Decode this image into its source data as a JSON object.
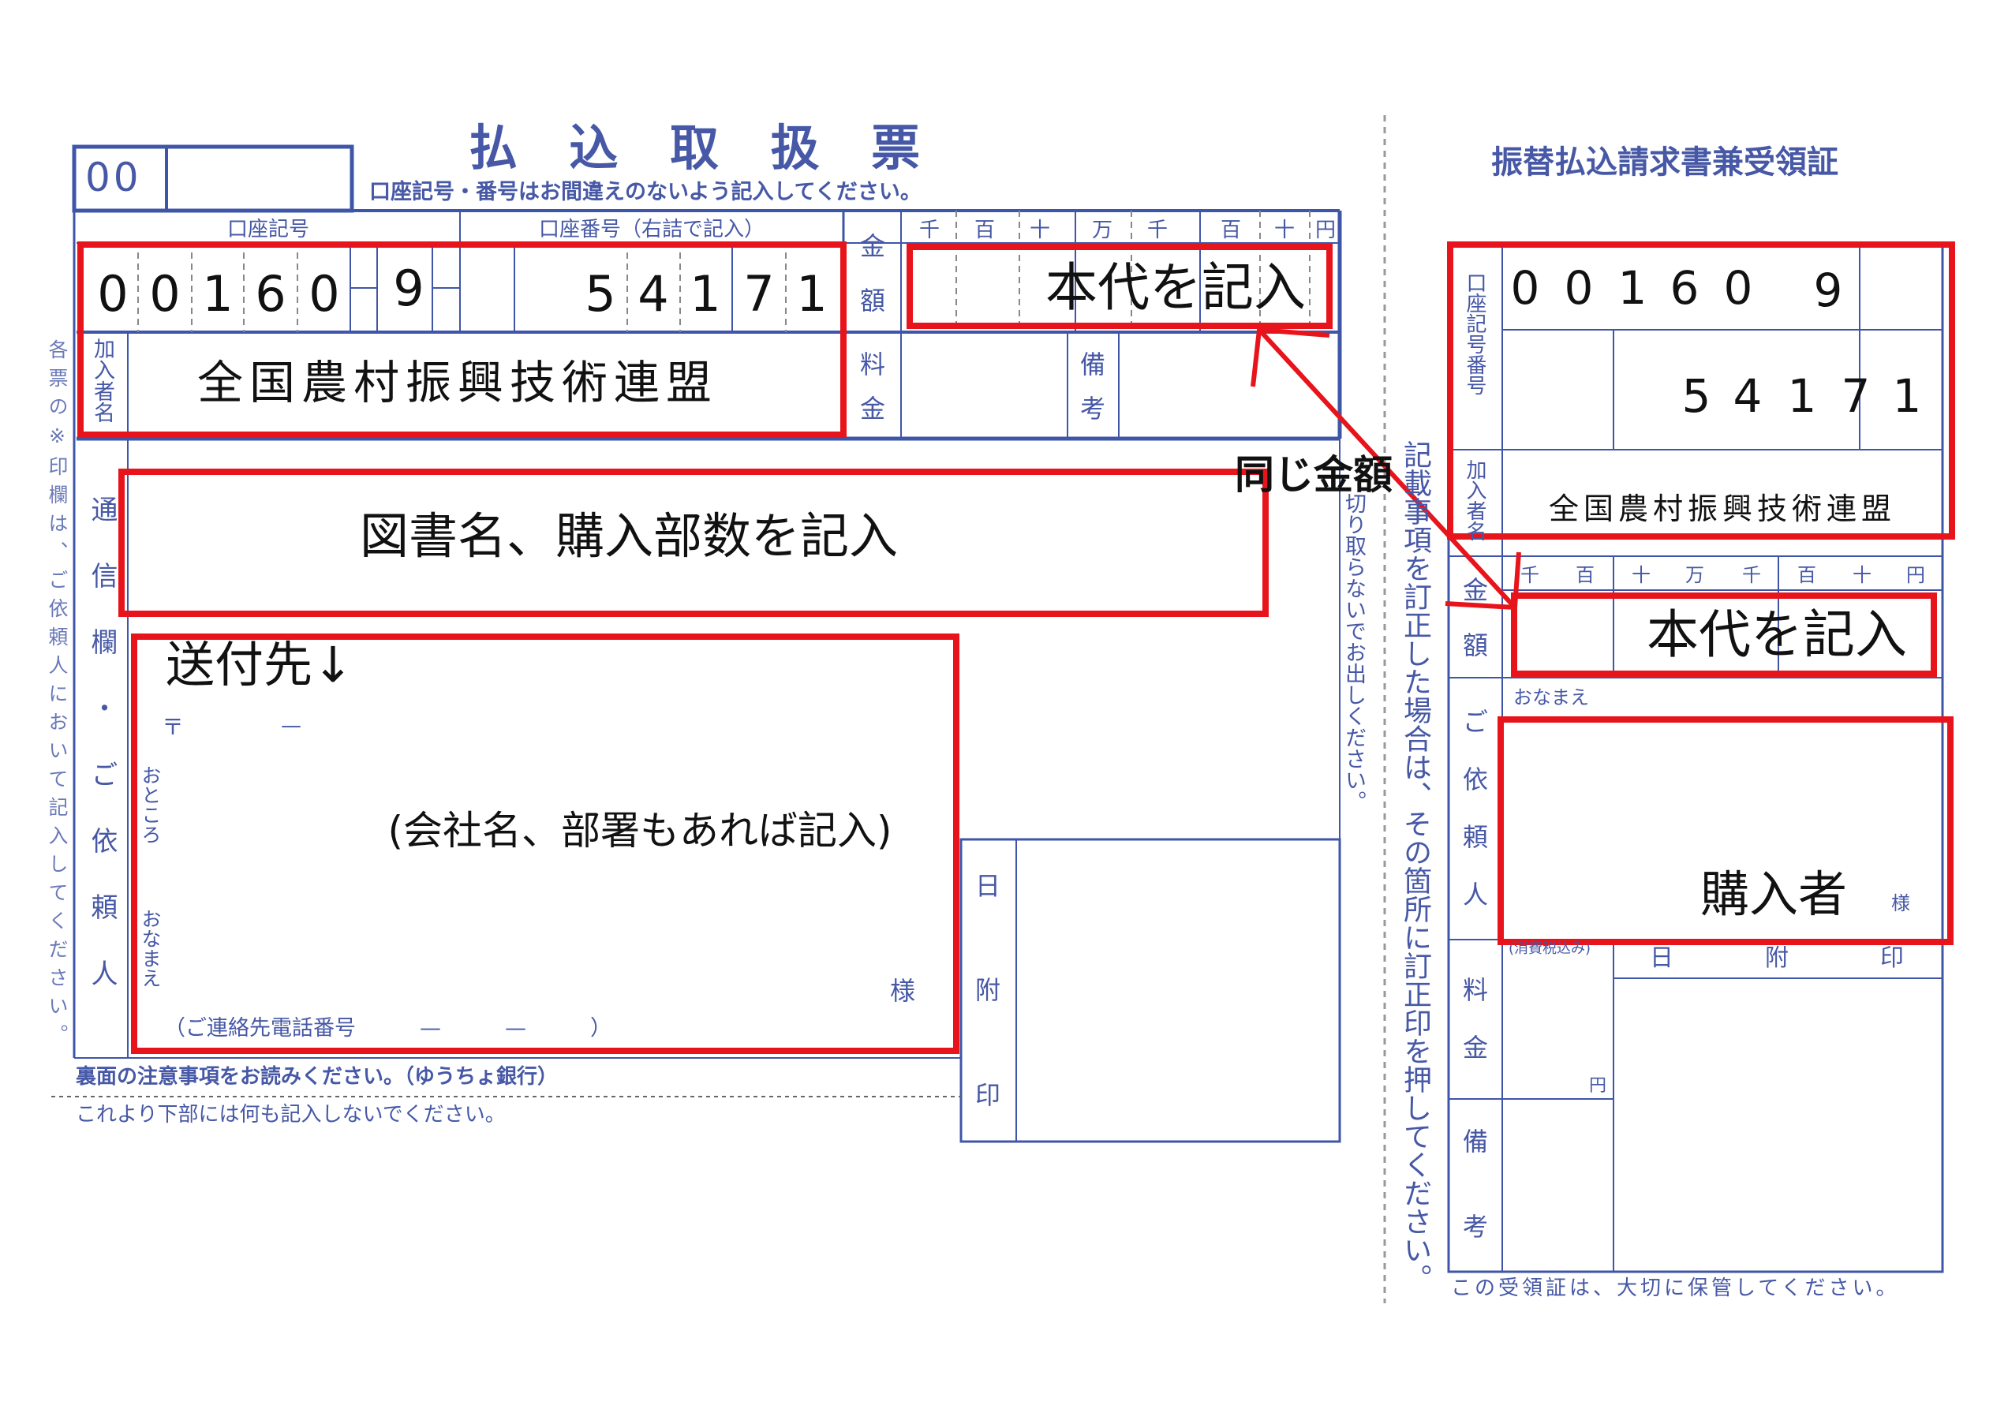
{
  "colors": {
    "form_blue": "#3f56a8",
    "text_blue": "#4658a6",
    "annotation_red": "#e8141b",
    "handwriting": "#111111"
  },
  "left_form": {
    "code_box": "00",
    "title": "払 込 取 扱 票",
    "subtitle": "口座記号・番号はお間違えのないよう記入してください。",
    "account_symbol_header": "口座記号",
    "account_number_header": "口座番号（右詰で記入）",
    "amount_label": [
      "金",
      "額"
    ],
    "fee_label": [
      "料",
      "金"
    ],
    "remarks_label": [
      "備",
      "考"
    ],
    "digit_headers": [
      "千",
      "百",
      "十",
      "万",
      "千",
      "百",
      "十",
      "円"
    ],
    "subscriber_label": "加入者名",
    "message_label": "通信欄・ご依頼人",
    "side_note": "各票の※印欄は、ご依頼人において記入してください。",
    "postal_mark": "〒",
    "postal_dash": "—",
    "address_label": "おところ",
    "name_label": "おなまえ",
    "honorific": "様",
    "phone_label": "（ご連絡先電話番号　　　—　　　—　　　）",
    "date_stamp_label": [
      "日",
      "附",
      "印"
    ],
    "footer_note_1": "裏面の注意事項をお読みください。（ゆうちょ銀行）",
    "footer_note_2": "これより下部には何も記入しないでください。",
    "cut_note": "切り取らないでお出しください。"
  },
  "left_filled": {
    "account_symbol_digits": [
      "0",
      "0",
      "1",
      "6",
      "0"
    ],
    "account_check_digit": "9",
    "account_number_digits": [
      "5",
      "4",
      "1",
      "7",
      "1"
    ],
    "subscriber_name": "全国農村振興技術連盟",
    "amount_note": "本代を記入",
    "message_note": "図書名、購入部数を記入",
    "send_to": "送付先↓",
    "company_note": "(会社名、部署もあれば記入)"
  },
  "annotation": {
    "same_amount": "同じ金額"
  },
  "right_form": {
    "title": "振替払込請求書兼受領証",
    "account_label": "口座記号番号",
    "subscriber_label": "加入者名",
    "amount_label": [
      "金",
      "額"
    ],
    "digit_headers": [
      "千",
      "百",
      "十",
      "万",
      "千",
      "百",
      "十",
      "円"
    ],
    "requester_label": [
      "ご",
      "依",
      "頼",
      "人"
    ],
    "name_label": "おなまえ",
    "honorific": "様",
    "fee_label": [
      "料",
      "金"
    ],
    "tax_note": "(消費税込み)",
    "yen": "円",
    "remarks_label": [
      "備",
      "考"
    ],
    "date_stamp_label": [
      "日",
      "附",
      "印"
    ],
    "correction_note": "記載事項を訂正した場合は、その箇所に訂正印を押してください。",
    "footer_note": "この受領証は、大切に保管してください。"
  },
  "right_filled": {
    "account_symbol_digits": [
      "0",
      "0",
      "1",
      "6",
      "0"
    ],
    "account_check_digit": "9",
    "account_number_digits": [
      "5",
      "4",
      "1",
      "7",
      "1"
    ],
    "subscriber_name": "全国農村振興技術連盟",
    "amount_note": "本代を記入",
    "purchaser": "購入者"
  }
}
